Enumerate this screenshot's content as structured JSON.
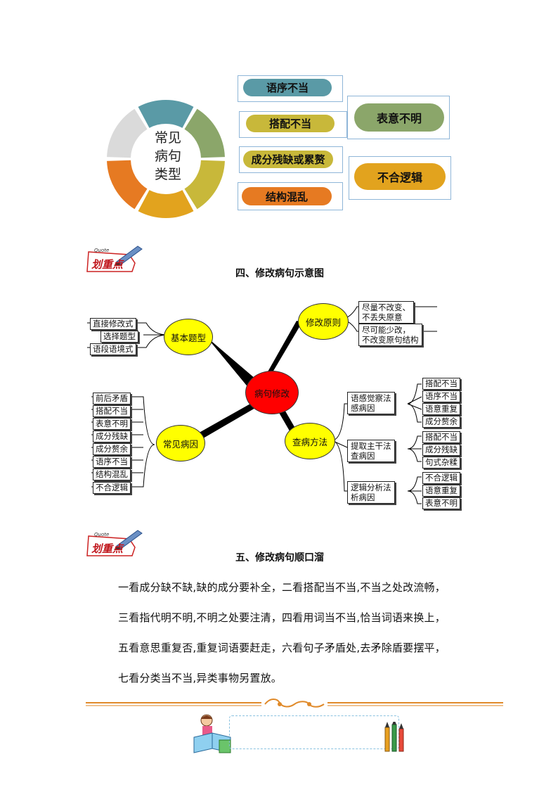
{
  "top_diagram": {
    "center_label": [
      "常见",
      "病句",
      "类型"
    ],
    "segment_colors": [
      "#5a9aa6",
      "#8ba66a",
      "#c8b83a",
      "#e2a31e",
      "#e67a22",
      "#dadada"
    ],
    "left_items": [
      {
        "label": "语序不当",
        "color": "#5a9aa6"
      },
      {
        "label": "搭配不当",
        "color": "#c8b83a"
      },
      {
        "label": "成分残缺或累赘",
        "color": "#c8b83a"
      },
      {
        "label": "结构混乱",
        "color": "#e67a22"
      }
    ],
    "right_items": [
      {
        "label": "表意不明",
        "color": "#8ba66a"
      },
      {
        "label": "不合逻辑",
        "color": "#e2a31e"
      }
    ]
  },
  "badge": {
    "quote": "Quote",
    "text": "划重点"
  },
  "section4": {
    "title": "四、修改病句示意图"
  },
  "mindmap": {
    "center": "病句修改",
    "basic": {
      "label": "基本题型",
      "items": [
        "直接修改式",
        "选择题型",
        "语段语境式"
      ]
    },
    "principle": {
      "label": "修改原则",
      "items": [
        [
          "尽量不改变、",
          "不丢失原意"
        ],
        [
          "尽可能少改，",
          "不改变原句结构"
        ]
      ]
    },
    "common": {
      "label": "常见病因",
      "items": [
        "前后矛盾",
        "搭配不当",
        "表意不明",
        "成分残缺",
        "成分赘余",
        "语序不当",
        "结构混乱",
        "不合逻辑"
      ]
    },
    "check": {
      "label": "查病方法",
      "methods": [
        {
          "name": [
            "语感觉察法",
            "感病因"
          ],
          "items": [
            "搭配不当",
            "语序不当",
            "语意重复",
            "成分赘余"
          ]
        },
        {
          "name": [
            "提取主干法",
            "查病因"
          ],
          "items": [
            "搭配不当",
            "成分残缺",
            "句式杂糅"
          ]
        },
        {
          "name": [
            "逻辑分析法",
            "析病因"
          ],
          "items": [
            "不合逻辑",
            "语意重复",
            "表意不明"
          ]
        }
      ]
    }
  },
  "section5": {
    "title": "五、修改病句顺口溜",
    "lines": [
      "一看成分缺不缺,缺的成分要补全，二看搭配当不当,不当之处改流畅，",
      "三看指代明不明,不明之处要注清，四看用词当不当,恰当词语来换上，",
      "五看意思重复否,重复词语要赶走，六看句子矛盾处,去矛除盾要摆平，",
      "七看分类当不当,异类事物另置放。"
    ]
  },
  "colors": {
    "divider": "#e08a2a",
    "node_yellow": "#ffff00",
    "node_red": "#ff0000"
  }
}
